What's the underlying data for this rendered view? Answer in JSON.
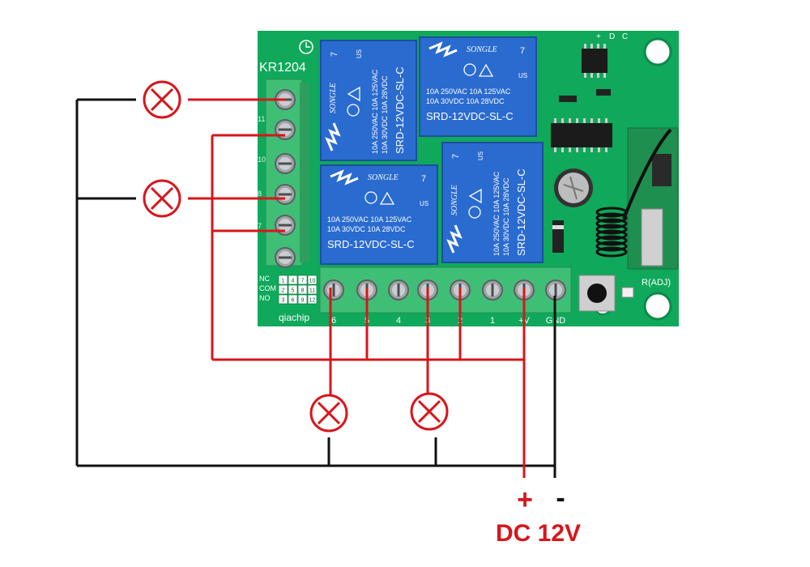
{
  "board": {
    "model": "KR1204",
    "maker": "qiachip",
    "legend_rows": [
      "NC",
      "COM",
      "NO"
    ],
    "legend_grid": [
      [
        "1",
        "4",
        "7",
        "10"
      ],
      [
        "2",
        "5",
        "8",
        "11"
      ],
      [
        "3",
        "6",
        "9",
        "12"
      ]
    ],
    "pcb_marks": [
      "+",
      "D",
      "C"
    ],
    "reset_label": "R(ADJ)",
    "bottom_terminal_labels": [
      "6",
      "5",
      "4",
      "3",
      "2",
      "1",
      "+V",
      "GND"
    ],
    "side_terminal_labels": [
      "11",
      "10",
      "8",
      "7"
    ]
  },
  "relays": [
    {
      "brand": "SONGLE",
      "model": "SRD-12VDC-SL-C",
      "rating_1": "10A 250VAC  10A 125VAC",
      "rating_2": "10A 30VDC  10A 28VDC",
      "pin": "7",
      "cert": "US"
    },
    {
      "brand": "SONGLE",
      "model": "SRD-12VDC-SL-C",
      "rating_1": "10A 250VAC  10A 125VAC",
      "rating_2": "10A 30VDC  10A 28VDC",
      "pin": "7",
      "cert": "US"
    },
    {
      "brand": "SONGLE",
      "model": "SRD-12VDC-SL-C",
      "rating_1": "10A 250VAC  10A 125VAC",
      "rating_2": "10A 30VDC  10A 28VDC",
      "pin": "7",
      "cert": "US"
    },
    {
      "brand": "SONGLE",
      "model": "SRD-12VDC-SL-C",
      "rating_1": "10A 250VAC  10A 125VAC",
      "rating_2": "10A 30VDC  10A 28VDC",
      "pin": "7",
      "cert": "US"
    }
  ],
  "power": {
    "plus_symbol": "+",
    "minus_symbol": "-",
    "label": "DC 12V"
  },
  "colors": {
    "wire_positive": "#d7161c",
    "wire_negative": "#111111",
    "pcb": "#10a85a",
    "relay": "#2a6bd0",
    "terminal_block": "#36b06a",
    "lamp": "#d7161c"
  },
  "icons": [
    "lamp-icon",
    "lamp-icon",
    "lamp-icon",
    "lamp-icon"
  ]
}
